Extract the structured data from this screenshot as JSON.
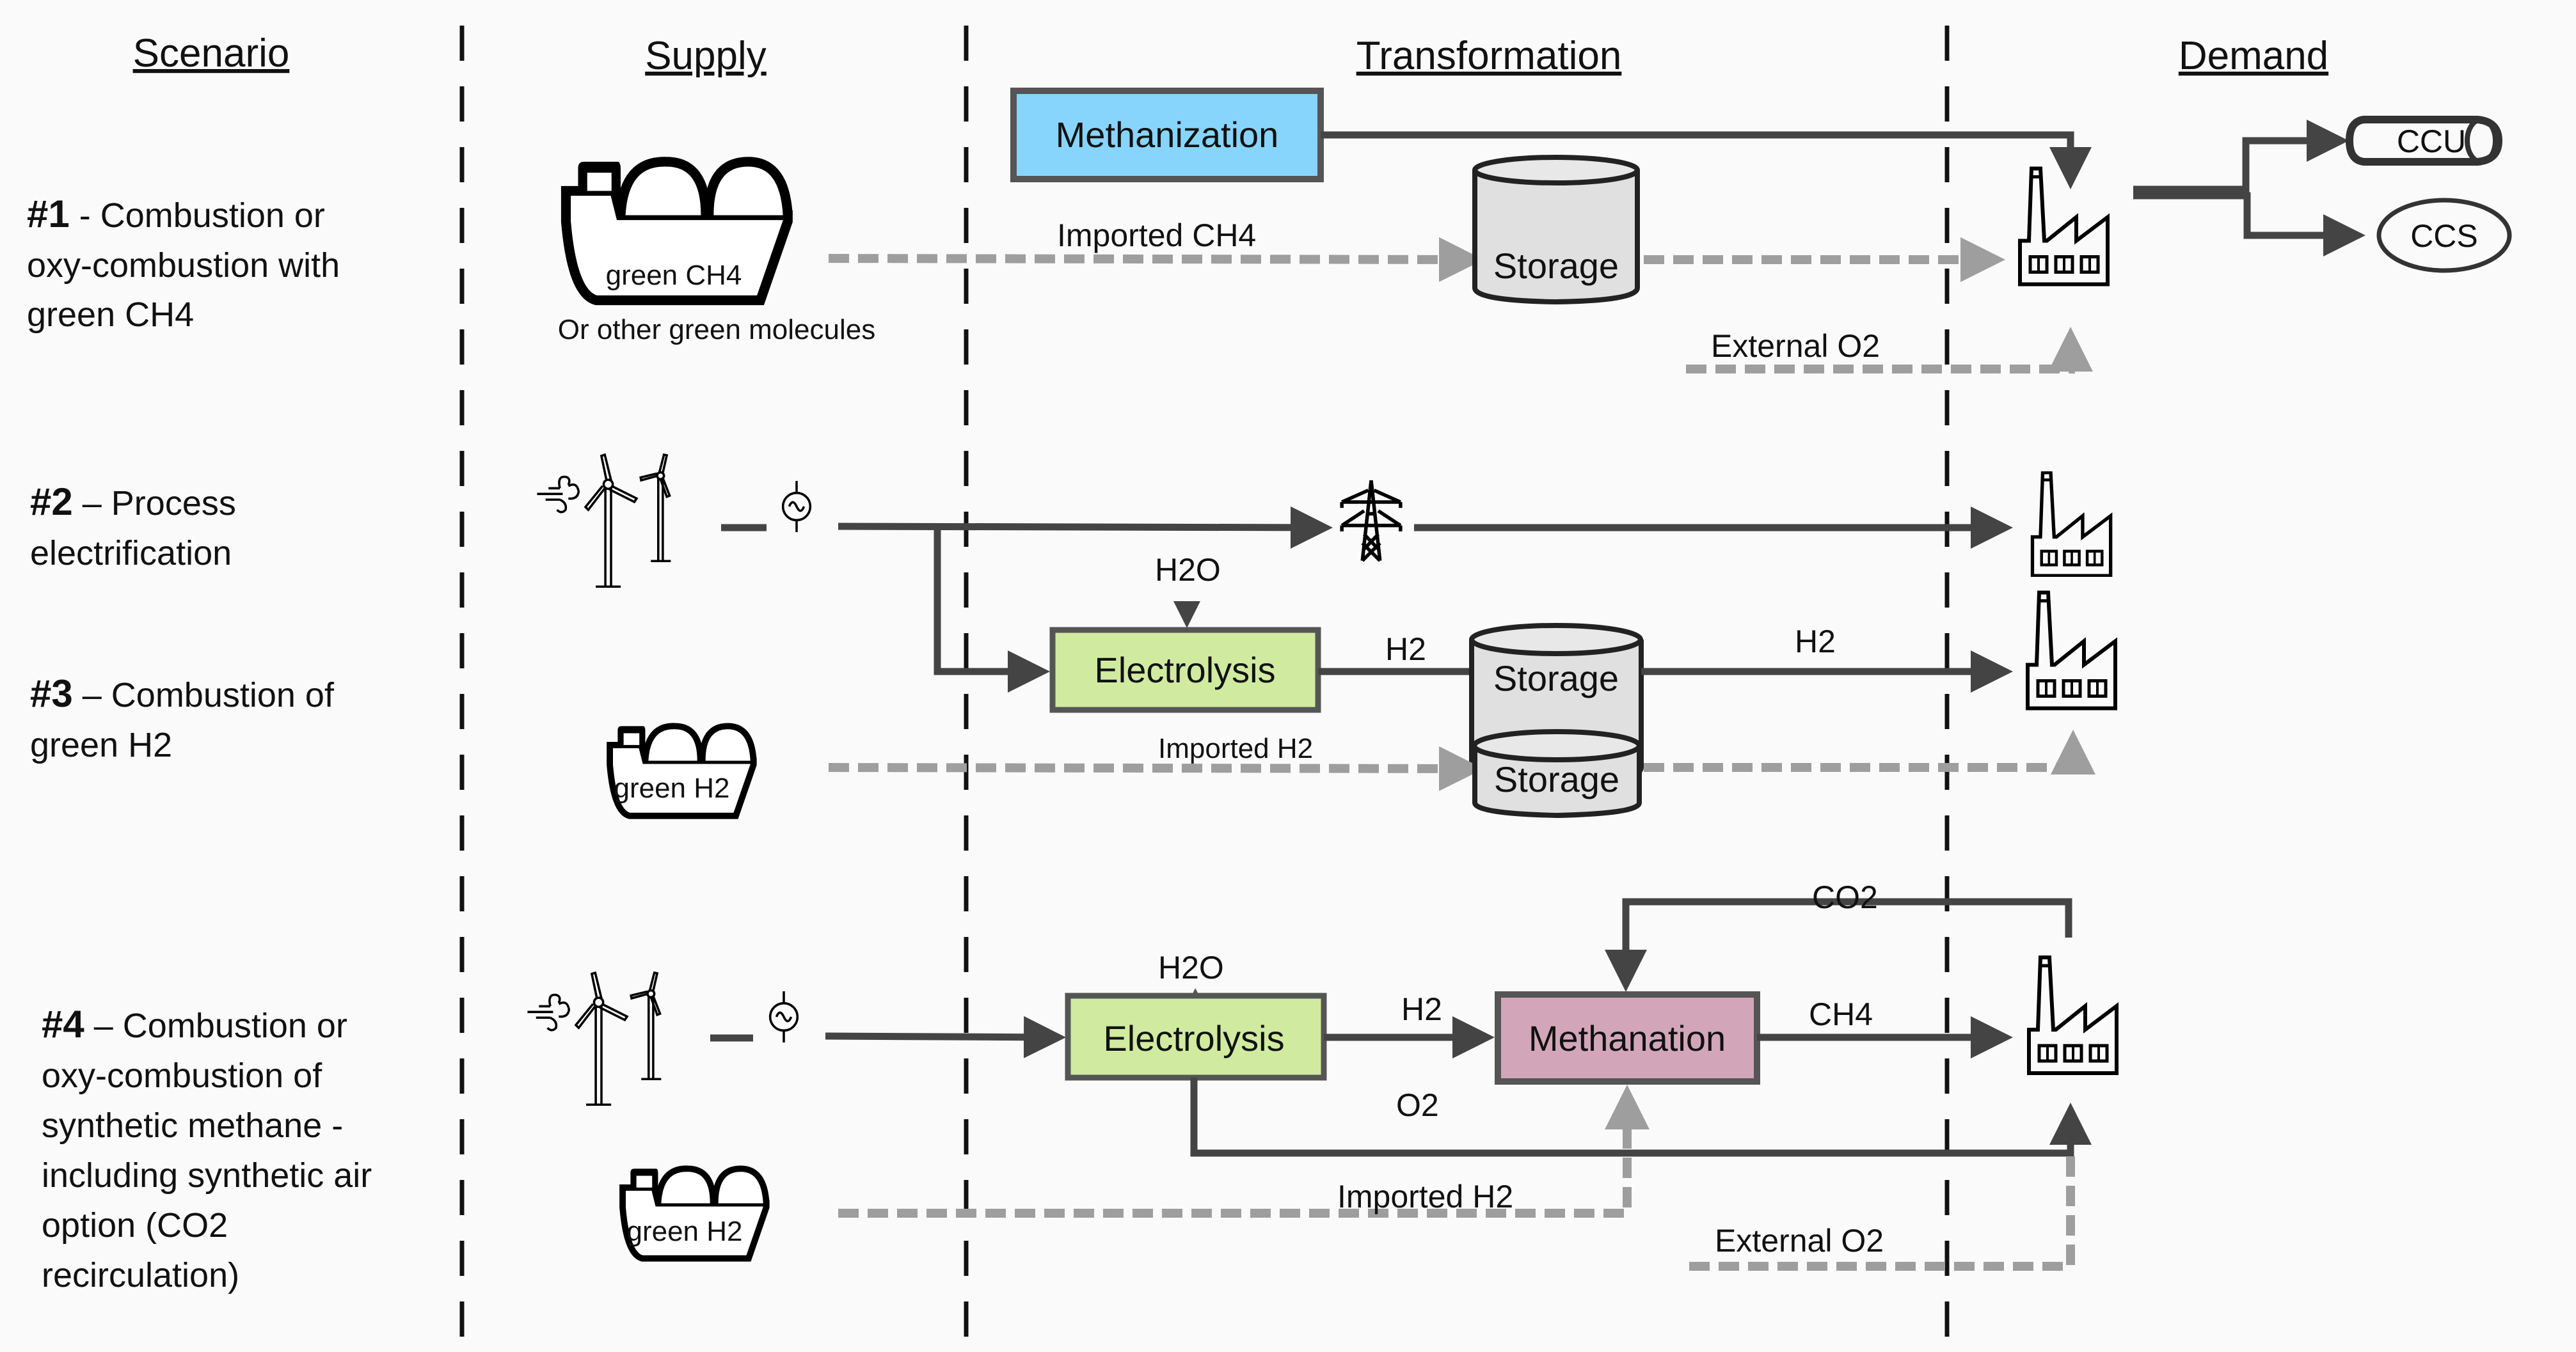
{
  "columns": {
    "scenario": "Scenario",
    "supply": "Supply",
    "transformation": "Transformation",
    "demand": "Demand"
  },
  "scenarios": [
    {
      "num": "#1",
      "lines": [
        " - Combustion or",
        "oxy-combustion with",
        "green CH4"
      ]
    },
    {
      "num": "#2",
      "lines": [
        " – Process",
        "electrification"
      ]
    },
    {
      "num": "#3",
      "lines": [
        " – Combustion of",
        "green H2"
      ]
    },
    {
      "num": "#4",
      "lines": [
        " – Combustion or",
        "oxy-combustion of",
        "synthetic methane  -",
        "including synthetic air",
        "option (CO2",
        "recirculation)"
      ]
    }
  ],
  "supply": {
    "ship_ch4": "green CH4",
    "ship_ch4_note": "Or other green molecules",
    "ship_h2_s3": "green H2",
    "ship_h2_s4": "green H2"
  },
  "processes": {
    "methanization": "Methanization",
    "electrolysis_s3": "Electrolysis",
    "electrolysis_s4": "Electrolysis",
    "methanation": "Methanation",
    "storage_s1": "Storage",
    "storage_s3": "Storage",
    "storage_s3_import": "Storage"
  },
  "sinks": {
    "ccu": "CCU",
    "ccs": "CCS"
  },
  "flows": {
    "imported_ch4": "Imported CH4",
    "external_o2_s1": "External  O2",
    "h2o_s3": "H2O",
    "h2_s3_a": "H2",
    "h2_s3_b": "H2",
    "imported_h2_s3": "Imported H2",
    "h2o_s4": "H2O",
    "h2_s4": "H2",
    "co2_s4": "CO2",
    "ch4_s4": "CH4",
    "o2_s4": "O2",
    "imported_h2_s4": "Imported H2",
    "external_o2_s4": "External  O2"
  },
  "colors": {
    "methanization": "#87d5fd",
    "electrolysis": "#d0eba0",
    "methanation": "#d2a6b8",
    "storage": "#e0e0e0",
    "flow": "#444444",
    "import_flow": "#9e9e9e"
  }
}
